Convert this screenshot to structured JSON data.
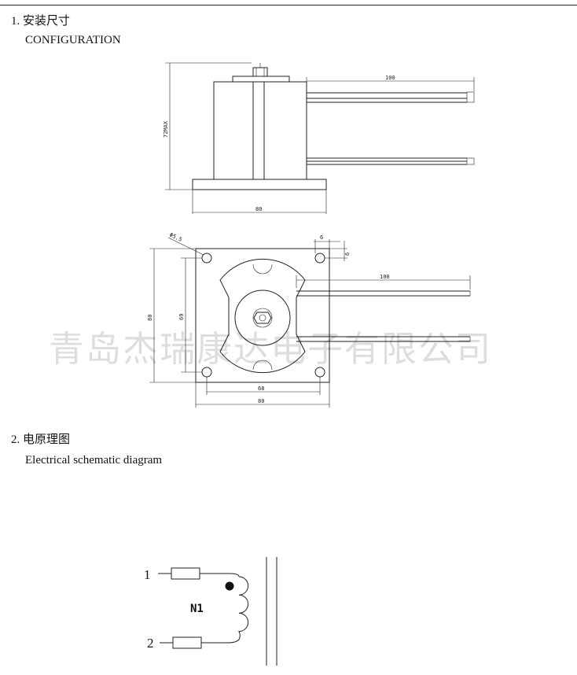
{
  "section1": {
    "number": "1.",
    "title_cn": "安装尺寸",
    "title_en": "CONFIGURATION"
  },
  "section2": {
    "number": "2.",
    "title_cn": "电原理图",
    "title_en": "Electrical schematic diagram"
  },
  "watermark": "青岛杰瑞康达电子有限公司",
  "front_view": {
    "dim_lead_length": "100",
    "dim_height": "72MAX",
    "dim_base_width": "80"
  },
  "top_view": {
    "dim_hole": "Φ5.5",
    "dim_edge_x": "6",
    "dim_edge_y": "6",
    "dim_lead_length": "100",
    "dim_outer_height": "80",
    "dim_hole_pitch_v": "69",
    "dim_hole_pitch_h": "68",
    "dim_outer_width": "80"
  },
  "schematic": {
    "pin1": "1",
    "pin2": "2",
    "winding": "N1"
  }
}
